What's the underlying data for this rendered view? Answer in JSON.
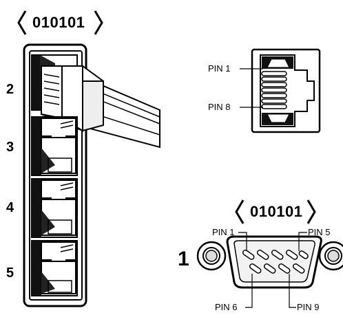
{
  "ethernet_panel": {
    "code_label": "010101",
    "ports": [
      {
        "number": "2"
      },
      {
        "number": "3"
      },
      {
        "number": "4"
      },
      {
        "number": "5"
      }
    ]
  },
  "rj45_jack": {
    "pin_top_label": "PIN 1",
    "pin_bottom_label": "PIN 8"
  },
  "serial_port": {
    "code_label": "010101",
    "number": "1",
    "pin_labels": {
      "top_left": "PIN 1",
      "top_right": "PIN 5",
      "bottom_left": "PIN 6",
      "bottom_right": "PIN 9"
    }
  }
}
